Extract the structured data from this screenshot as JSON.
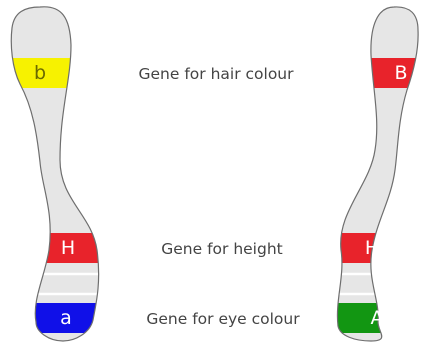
{
  "labels": {
    "hair": "Gene for hair colour",
    "height": "Gene for height",
    "eye": "Gene for eye colour"
  },
  "left_chromosome": {
    "hair_allele": "b",
    "height_allele": "H",
    "eye_allele": "a"
  },
  "right_chromosome": {
    "hair_allele": "B",
    "height_allele": "H",
    "eye_allele": "A"
  },
  "colors": {
    "chromosome_fill": "#e6e6e6",
    "chromosome_outline": "#6e6e6e",
    "hair_b": "#f7f200",
    "hair_B": "#e8232b",
    "height_H": "#e8232b",
    "eye_a": "#1010e8",
    "eye_A": "#129612"
  }
}
